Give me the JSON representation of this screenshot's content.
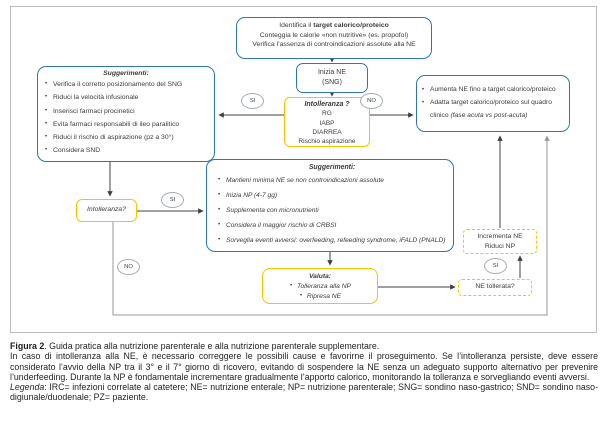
{
  "colors": {
    "blue_border": "#2e75b6",
    "gold_border": "#ffc000",
    "arrow": "#404040",
    "loop_arrow": "#9a9a9a",
    "frame": "#bdbdbd"
  },
  "flowchart": {
    "target_box": {
      "line1_prefix": "Identifica il ",
      "line1_bold": "target calorico/proteico",
      "line2": "Conteggia le calorie «non nutritive» (es. propofol)",
      "line3": "Verifica l’assenza di controindicazioni assolute alla NE"
    },
    "inizia_ne_box": {
      "line1": "Inizia NE",
      "line2": "(SNG)"
    },
    "intolleranza_box_1": {
      "title": "Intolleranza ?",
      "items": [
        "RG",
        "IABP",
        "DIARREA",
        "Rischio aspirazione"
      ]
    },
    "suggerimenti_sng": {
      "title": "Suggerimenti:",
      "items": [
        "Verifica il corretto posizionamento del SNG",
        "Riduci la velocità infusionale",
        "Inserisci farmaci procinetici",
        "Evita farmaci responsabili di ileo paralitico",
        "Riduci il rischio di aspirazione (pz a 30°)",
        "Considera SND"
      ]
    },
    "aumenta_box": {
      "item1": "Aumenta NE fino a target calorico/proteico",
      "item2_text": "Adatta target calorico/proteico sul quadro clinico ",
      "item2_italic": "(fase acuta vs post-acuta)"
    },
    "intolleranza_box_2": {
      "label": "Intolleranza?"
    },
    "suggerimenti_np": {
      "title": "Suggerimenti:",
      "items": [
        "Mantieni minima NE se non controindicazioni assolute",
        "Inizia NP (4-7 gg)",
        "Supplementa con micronutrienti",
        "Considera il maggior rischio di CRBSI",
        "Sorveglia eventi avversi: overfeeding, refeeding syndrome, iFALD (PNALD)"
      ]
    },
    "valuta_box": {
      "title": "Valuta:",
      "items": [
        "Tolleranza alla NP",
        "Ripresa NE"
      ]
    },
    "incrementa_box": {
      "line1": "Incrementa NE",
      "line2": "Riduci NP"
    },
    "ne_tollerata_box": {
      "label": "NE tollerata?"
    },
    "labels": {
      "si": "SI",
      "no": "NO"
    }
  },
  "caption": {
    "figure_label": "Figura 2",
    "title_rest": ". Guida pratica alla nutrizione parenterale e alla nutrizione parenterale supplementare.",
    "body": "In caso di intolleranza alla NE, è necessario correggere le possibili cause e favorirne il proseguimento. Se l’intolleranza persiste, deve essere considerato l’avvio della NP tra il 3° e il 7° giorno di ricovero, evitando di sospendere la NE senza un adeguato supporto alternativo per prevenire l’underfeeding. Durante la NP è fondamentale incrementare gradualmente l’apporto calorico, monitorando la tolleranza e sorvegliando eventi avversi.",
    "legend_label": "Legenda",
    "legend_body": ": IRC= infezioni correlate al catetere; NE= nutrizione enterale; NP= nutrizione parenterale; SNG= sondino naso-gastrico; SND= sondino naso-digiunale/duodenale; PZ= paziente."
  }
}
